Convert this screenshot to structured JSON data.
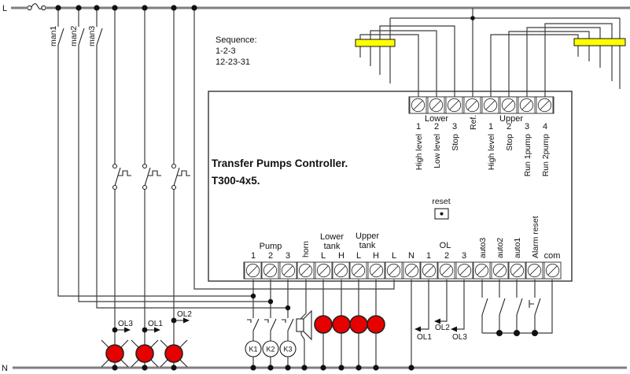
{
  "rails": {
    "l": "L",
    "n": "N"
  },
  "manual_switches": [
    "man1",
    "man2",
    "man3"
  ],
  "sequence_note": {
    "line1": "Sequence:",
    "line2": "1-2-3",
    "line3": "12-23-31"
  },
  "controller": {
    "title_line1": "Transfer Pumps Controller.",
    "title_line2": "T300-4x5.",
    "reset_label": "reset",
    "top_strip": {
      "lower_group": "Lower",
      "upper_group": "Upper",
      "ref": "Ref.",
      "numbers": [
        "1",
        "2",
        "3",
        "1",
        "2",
        "3",
        "4"
      ],
      "labels": [
        "High level",
        "Low level",
        "Stop",
        "High level",
        "Stop",
        "Run 1pump",
        "Run 2pump"
      ]
    },
    "bottom_strip": {
      "pump_group": "Pump",
      "pump_numbers": [
        "1",
        "2",
        "3"
      ],
      "horn": "horn",
      "lower_tank_line1": "Lower",
      "lower_tank_line2": "tank",
      "upper_tank_line1": "Upper",
      "upper_tank_line2": "tank",
      "level_letters": [
        "L",
        "H",
        "L",
        "H"
      ],
      "line_l": "L",
      "neutral_n": "N",
      "ol_group": "OL",
      "ol_numbers": [
        "1",
        "2",
        "3"
      ],
      "auto_labels": [
        "auto3",
        "auto2",
        "auto1"
      ],
      "alarm_reset": "Alarm reset",
      "com": "com"
    }
  },
  "relay_coils": [
    "K1",
    "K2",
    "K3"
  ],
  "wire_tags_left": [
    "OL3",
    "OL1",
    "OL2"
  ],
  "wire_tags_right": [
    "OL1",
    "OL2",
    "OL3"
  ],
  "colors": {
    "lamp_red": "#e60000",
    "terminal_bar_yellow": "#ffff00",
    "wire": "#3c3c3c",
    "rail_gray": "#7f7f7f"
  }
}
